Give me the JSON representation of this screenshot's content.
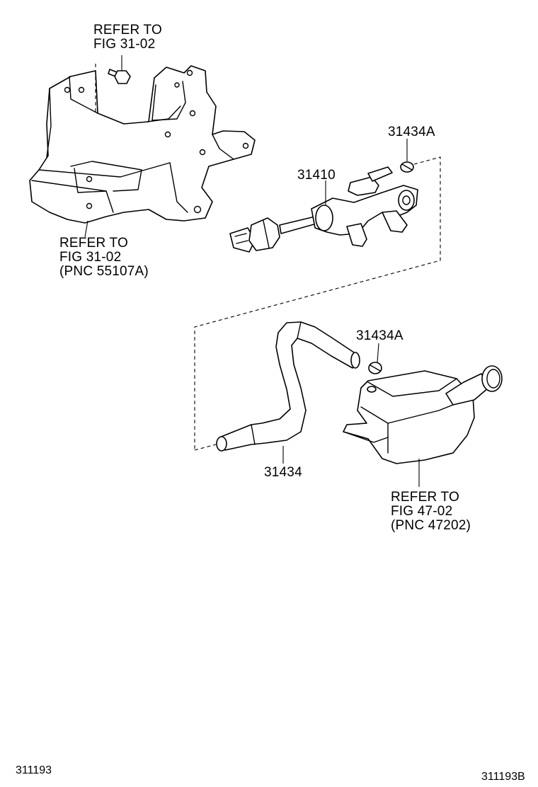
{
  "callouts": {
    "bracket_top": [
      "REFER TO",
      "FIG 31-02"
    ],
    "bracket_bottom": [
      "REFER TO",
      "FIG 31-02",
      "(PNC 55107A)"
    ],
    "master_cylinder": "31410",
    "clip_upper": "31434A",
    "clip_lower": "31434A",
    "hose": "31434",
    "reservoir": [
      "REFER TO",
      "FIG 47-02",
      "(PNC 47202)"
    ]
  },
  "footer": {
    "left_code": "311193",
    "right_code": "311193B"
  }
}
